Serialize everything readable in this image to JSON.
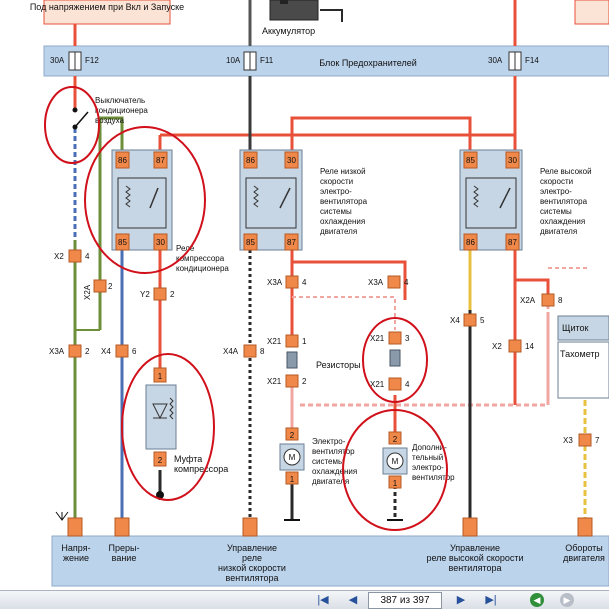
{
  "diagram": {
    "top_note": "Под напряжением при Вкл и Запуске",
    "battery_label": "Аккумулятор",
    "fuse_block_label": "Блок Предохранителей",
    "fuses": [
      {
        "rating": "30A",
        "name": "F12"
      },
      {
        "rating": "10A",
        "name": "F11"
      },
      {
        "rating": "30A",
        "name": "F14"
      }
    ],
    "ac_switch_label": [
      "Выключатель",
      "кондиционера",
      "воздуха"
    ],
    "relays": [
      {
        "pins": [
          "86",
          "87",
          "85",
          "30"
        ],
        "label": [
          "Реле",
          "компрессора",
          "кондиционера"
        ]
      },
      {
        "pins": [
          "86",
          "30",
          "85",
          "87"
        ],
        "label": [
          "Реле низкой",
          "скорости",
          "электро-",
          "вентилятора",
          "системы",
          "охлаждения",
          "двигателя"
        ]
      },
      {
        "pins": [
          "85",
          "30",
          "86",
          "87"
        ],
        "label": [
          "Реле высокой",
          "скорости",
          "электро-",
          "вентилятора",
          "системы",
          "охлаждения",
          "двигателя"
        ]
      }
    ],
    "connectors": {
      "x2_4": {
        "name": "X2",
        "pin": "4"
      },
      "x2a_2": {
        "name": "X2A",
        "pin": "2"
      },
      "y2_2": {
        "name": "Y2",
        "pin": "2"
      },
      "x3a_2": {
        "name": "X3A",
        "pin": "2"
      },
      "x4_6": {
        "name": "X4",
        "pin": "6"
      },
      "x4a_8": {
        "name": "X4A",
        "pin": "8"
      },
      "x3a_4a": {
        "name": "X3A",
        "pin": "4"
      },
      "x3a_4b": {
        "name": "X3A",
        "pin": "4"
      },
      "x21_1": {
        "name": "X21",
        "pin": "1"
      },
      "x21_2": {
        "name": "X21",
        "pin": "2"
      },
      "x21_3": {
        "name": "X21",
        "pin": "3"
      },
      "x21_4": {
        "name": "X21",
        "pin": "4"
      },
      "x4_5": {
        "name": "X4",
        "pin": "5"
      },
      "x2_14": {
        "name": "X2",
        "pin": "14"
      },
      "x2a_8": {
        "name": "X2A",
        "pin": "8"
      },
      "x3_7": {
        "name": "X3",
        "pin": "7"
      }
    },
    "resistors_label": "Резисторы",
    "clutch_label": [
      "Муфта",
      "компрессора"
    ],
    "fan_low_label": [
      "Электро-",
      "вентилятор",
      "системы",
      "охлаждения",
      "двигателя"
    ],
    "fan_extra_label": [
      "Дополни-",
      "тельный",
      "электро-",
      "вентилятор"
    ],
    "dashboard_label": "Щиток",
    "tachometer_label": "Тахометр",
    "pin_numbers": {
      "p1": "1",
      "p2": "2"
    },
    "bottom_labels": {
      "voltage": [
        "Напря-",
        "жение"
      ],
      "interrupt": [
        "Преры-",
        "вание"
      ],
      "low_speed": [
        "Управление",
        "реле",
        "низкой скорости",
        "вентилятора"
      ],
      "high_speed": [
        "Управление",
        "реле высокой скорости",
        "вентилятора"
      ],
      "rpm": [
        "Обороты",
        "двигателя"
      ]
    }
  },
  "toolbar": {
    "first_icon": "first-page-icon",
    "prev_icon": "previous-page-icon",
    "page_indicator": "387 из 397",
    "next_icon": "next-page-icon",
    "last_icon": "last-page-icon",
    "back_icon": "back-icon",
    "forward_icon": "forward-icon"
  },
  "colors": {
    "wire_red": "#e8503a",
    "wire_pink": "#f2a6a0",
    "wire_black": "#2a2a2a",
    "wire_blue": "#4a6fb5",
    "wire_green": "#6d8f3a",
    "wire_yellow": "#e8c040",
    "bus_blue": "#bcd3ec",
    "relay_fill": "#c7d6e4",
    "pin_orange": "#f0884a",
    "annotation_red": "#d0101a"
  }
}
